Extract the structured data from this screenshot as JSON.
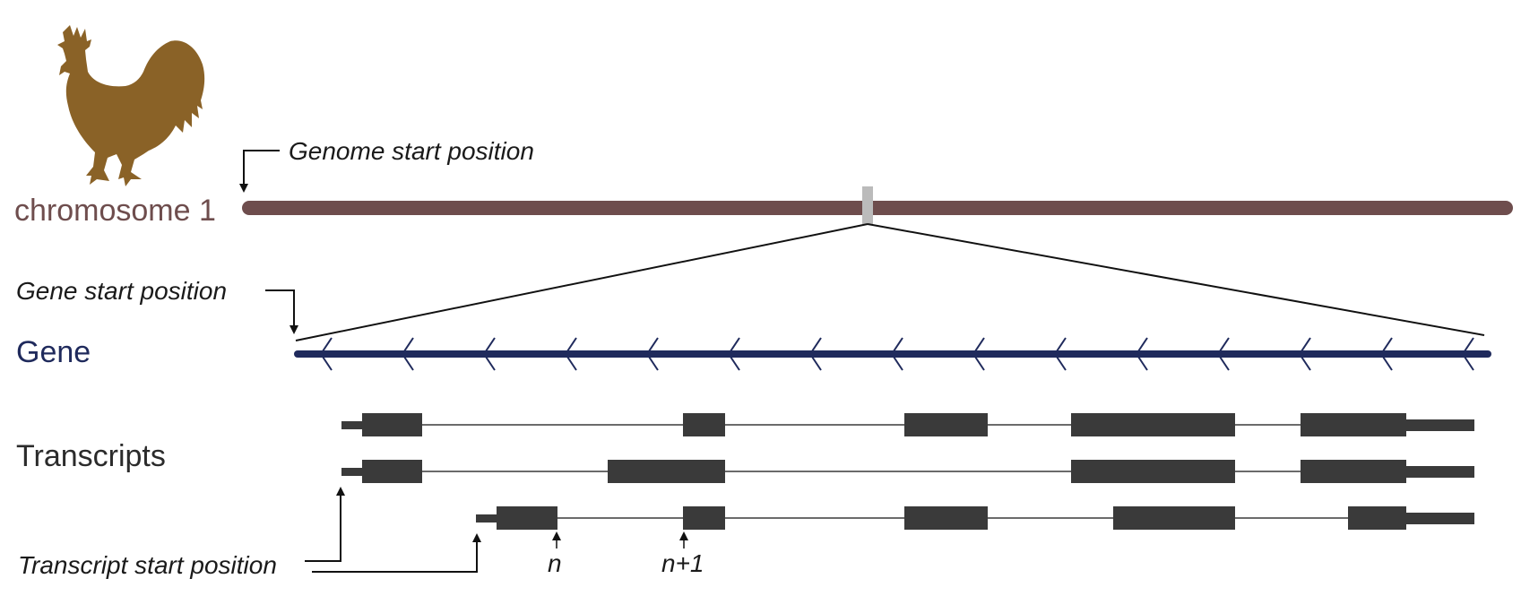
{
  "labels": {
    "genome_start": "Genome start position",
    "chromosome": "chromosome 1",
    "gene_start": "Gene start position",
    "gene": "Gene",
    "transcripts": "Transcripts",
    "transcript_start": "Transcript start position",
    "exon_n": "n",
    "exon_n1": "n+1"
  },
  "colors": {
    "chromosome": "#6e4d4d",
    "gene": "#1f2a5c",
    "exon": "#3a3a3a",
    "chicken": "#8a6227",
    "marker": "#bbbbbb",
    "text": "#1a1a1a"
  },
  "icons": {
    "organism": "chicken-silhouette-icon"
  }
}
